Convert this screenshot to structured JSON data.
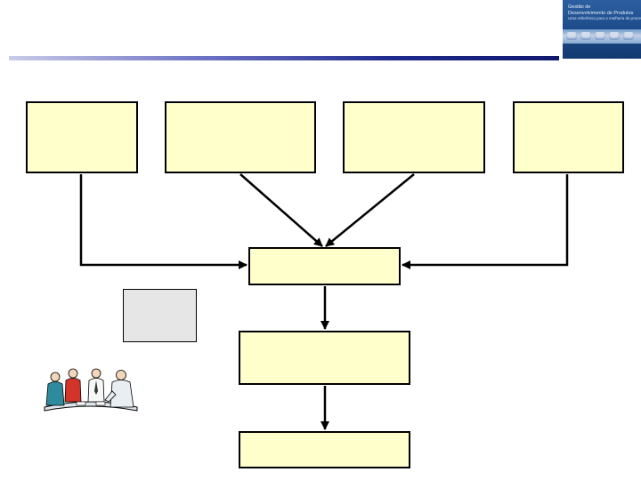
{
  "logo": {
    "lines": [
      "Gestão de",
      "Desenvolvimento de Produtos"
    ],
    "tagline": "Uma referência para a melhoria do processo"
  },
  "diagram": {
    "boxes": [
      {
        "id": "input-box-1",
        "text": ""
      },
      {
        "id": "input-box-2",
        "text": ""
      },
      {
        "id": "input-box-3",
        "text": ""
      },
      {
        "id": "input-box-4",
        "text": ""
      },
      {
        "id": "hub-box",
        "text": ""
      },
      {
        "id": "middle-box",
        "text": ""
      },
      {
        "id": "bottom-box",
        "text": ""
      },
      {
        "id": "side-gray-box",
        "text": ""
      }
    ]
  },
  "colors": {
    "box_fill": "#ffffcc",
    "gray_fill": "#e6e6e6",
    "header_rule": "#1e2a8c",
    "logo_bg": "#1b4785"
  }
}
